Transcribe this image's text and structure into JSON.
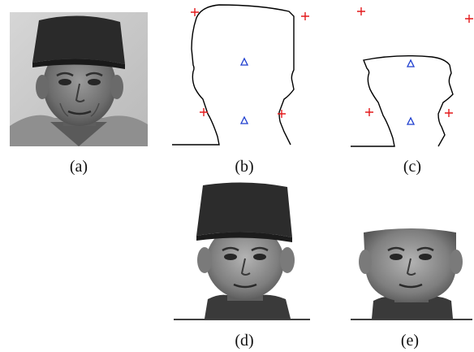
{
  "figure": {
    "panels": [
      {
        "id": "a",
        "label": "(a)",
        "kind": "grayscale-face-photo"
      },
      {
        "id": "b",
        "label": "(b)",
        "kind": "contour-with-markers"
      },
      {
        "id": "c",
        "label": "(c)",
        "kind": "contour-with-markers"
      },
      {
        "id": "d",
        "label": "(d)",
        "kind": "segmented-face-photo"
      },
      {
        "id": "e",
        "label": "(e)",
        "kind": "segmented-face-photo"
      }
    ],
    "marker_legend": {
      "plus_marker_color": "#e31a1c",
      "triangle_marker_color": "#1f3fcf",
      "contour_color": "#000000"
    }
  }
}
